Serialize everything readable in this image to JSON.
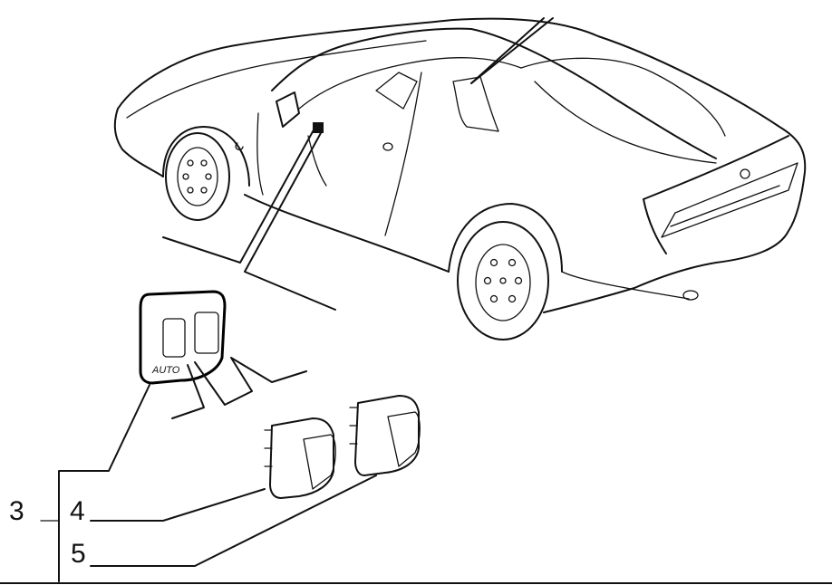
{
  "diagram": {
    "subject": "car-window-switch-parts",
    "callouts": [
      {
        "number": "3"
      },
      {
        "number": "4"
      },
      {
        "number": "5"
      }
    ],
    "switch_panel_label": "AUTO"
  },
  "colors": {
    "line": "#111111",
    "background": "#ffffff"
  }
}
